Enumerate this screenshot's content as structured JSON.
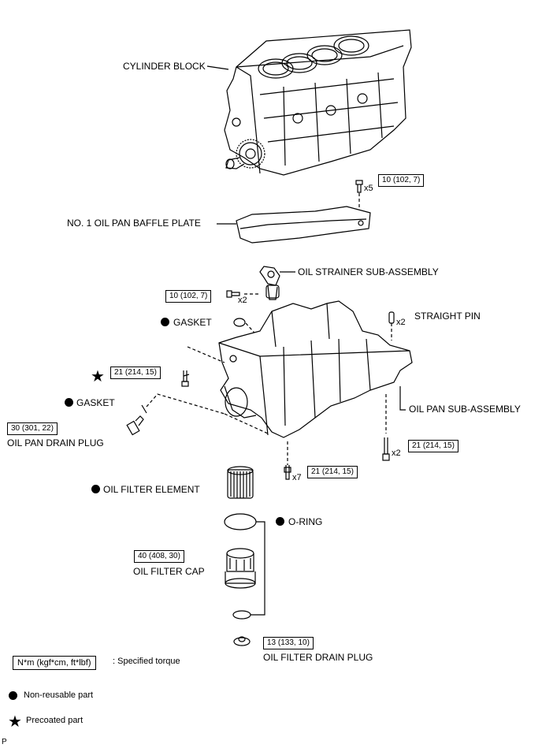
{
  "parts": {
    "cylinder_block": "CYLINDER BLOCK",
    "baffle_plate": "NO. 1 OIL PAN BAFFLE PLATE",
    "oil_strainer": "OIL STRAINER SUB-ASSEMBLY",
    "gasket_upper": "GASKET",
    "straight_pin": "STRAIGHT PIN",
    "gasket_lower": "GASKET",
    "drain_plug": "OIL PAN DRAIN PLUG",
    "oil_pan": "OIL PAN SUB-ASSEMBLY",
    "filter_element": "OIL FILTER ELEMENT",
    "o_ring": "O-RING",
    "filter_cap": "OIL FILTER CAP",
    "filter_drain_plug": "OIL FILTER DRAIN PLUG"
  },
  "torques": {
    "baffle_bolts": "10 (102, 7)",
    "strainer_bolts": "10 (102, 7)",
    "pan_bolt_left": "21 (214, 15)",
    "drain_plug": "30 (301, 22)",
    "pan_bolts_right": "21 (214, 15)",
    "pan_bolts_center": "21 (214, 15)",
    "filter_cap": "40 (408, 30)",
    "filter_drain_plug": "13 (133, 10)"
  },
  "quantities": {
    "baffle_bolts": "x5",
    "strainer_bolts": "x2",
    "straight_pin": "x2",
    "pan_bolts_right": "x2",
    "pan_bolts_center": "x7"
  },
  "legend": {
    "torque_unit": "N*m (kgf*cm, ft*lbf)",
    "torque_desc": ": Specified torque",
    "non_reusable": "Non-reusable part",
    "precoated": "Precoated part"
  },
  "corner_mark": "P"
}
